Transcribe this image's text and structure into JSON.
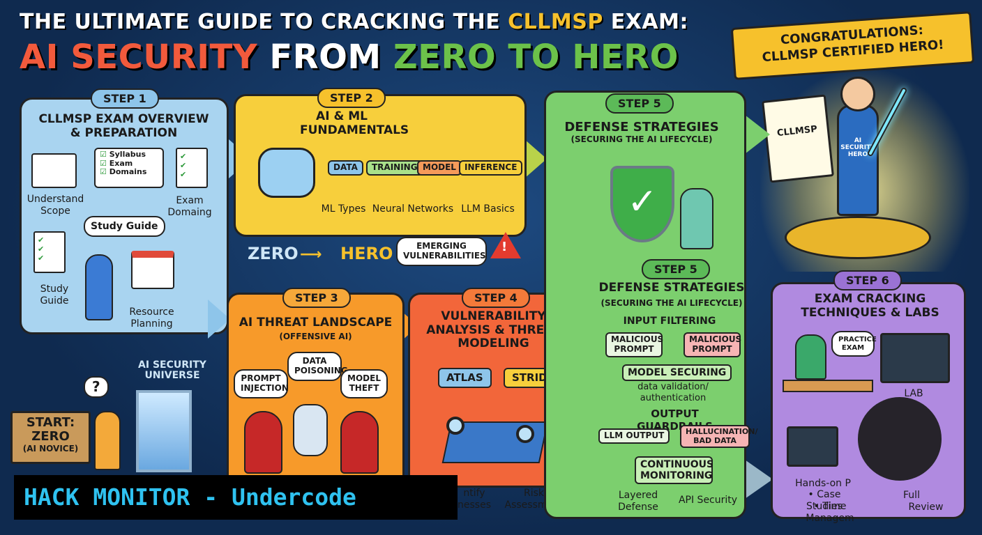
{
  "title": {
    "line1_prefix": "THE ULTIMATE GUIDE TO CRACKING THE ",
    "line1_accent": "CLLMSP",
    "line1_suffix": " EXAM:",
    "line2_red": "AI SECURITY",
    "line2_white": " FROM ",
    "line2_green": "ZERO TO HERO"
  },
  "congrats": {
    "line1": "CONGRATULATIONS:",
    "line2": "CLLMSP CERTIFIED HERO!"
  },
  "hero": {
    "cert": "CLLMSP",
    "shirt": "AI SECURITY HERO"
  },
  "step1": {
    "pill": "STEP 1",
    "title": "CLLMSP EXAM OVERVIEW & PREPARATION",
    "laptop": [
      "Syllabus",
      "Exam",
      "Domains"
    ],
    "understand": "Understand Scope",
    "exam": "Exam Domaing",
    "bubble": "Study Guide",
    "study": "Study Guide",
    "resource": "Resource Planning"
  },
  "step2": {
    "pill": "STEP 2",
    "title": "AI & ML FUNDAMENTALS",
    "flow": [
      "DATA",
      "TRAINING",
      "MODEL",
      "INFERENCE"
    ],
    "labels": [
      "ML Types",
      "Neural Networks",
      "LLM Basics"
    ]
  },
  "zero_hero": {
    "zero": "ZERO",
    "hero": "HERO",
    "emerging": "EMERGING VULNERABILITIES"
  },
  "step3": {
    "pill": "STEP 3",
    "title": "AI THREAT LANDSCAPE",
    "subtitle": "(OFFENSIVE AI)",
    "bubbles": [
      "PROMPT INJECTION",
      "DATA POISONING",
      "MODEL THEFT"
    ]
  },
  "step4": {
    "pill": "STEP 4",
    "title": "VULNERABILITY ANALYSIS & THREAT MODELING",
    "atlas": "ATLAS",
    "stride": "STRIDE",
    "identify": "ntify nesses",
    "risk": "Risk Assessment"
  },
  "step5_top": {
    "pill": "STEP 5",
    "title": "DEFENSE STRATEGIES",
    "subtitle": "(SECURING THE AI LIFECYCLE)"
  },
  "step5": {
    "pill": "STEP 5",
    "title": "DEFENSE STRATEGIES",
    "subtitle": "(SECURING THE AI LIFECYCLE)",
    "input_filtering": "INPUT FILTERING",
    "malicious1": "MALICIOUS PROMPT",
    "malicious2": "MALICIOUS PROMPT",
    "model_securing": "MODEL SECURING",
    "validation": "data validation/ authentication",
    "output_guardrails": "OUTPUT GUARDRAILS",
    "llm_output": "LLM OUTPUT",
    "hallucination": "HALLUCINATION/ BAD DATA",
    "continuous": "CONTINUOUS MONITORING",
    "layered": "Layered Defense",
    "api": "API Security"
  },
  "step6": {
    "pill": "STEP 6",
    "title": "EXAM CRACKING TECHNIQUES & LABS",
    "practice": "PRACTICE EXAM",
    "lab": "LAB",
    "handson": "Hands-on P",
    "case": "• Case Studies",
    "time": "• Time Managem",
    "full": "Full",
    "review": "Review"
  },
  "start": {
    "text": "START: ZERO",
    "sub": "(AI NOVICE)"
  },
  "universe": "AI SECURITY UNIVERSE",
  "watermark": "HACK MONITOR - Undercode",
  "colors": {
    "bg": "#0f2a4f",
    "step1": "#a9d4f0",
    "step2": "#f7cf3c",
    "step3": "#f79a2a",
    "step4": "#f2663a",
    "step5": "#7ccf6e",
    "step6": "#b08ae0",
    "gold": "#f6c12c"
  }
}
